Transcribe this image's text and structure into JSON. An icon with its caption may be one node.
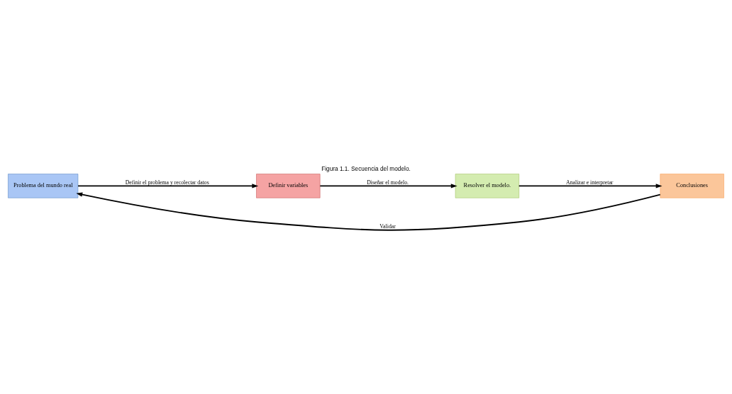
{
  "diagram": {
    "title": "Figura 1.1. Secuencia del modelo.",
    "nodes": [
      {
        "text": [
          "Problema del mundo real"
        ]
      },
      {
        "text": [
          "Definir variables"
        ]
      },
      {
        "text": [
          "Resolver el modelo."
        ]
      },
      {
        "text": [
          "Conclusiones"
        ]
      }
    ],
    "edges": [
      {
        "from": 0,
        "to": 1,
        "arrow": "to",
        "label": "Definir el problema y recolectar datos"
      },
      {
        "from": 1,
        "to": 2,
        "arrow": "to",
        "label": "Diseñar el modelo."
      },
      {
        "from": 2,
        "to": 3,
        "arrow": "to",
        "label": "Analizar e interpretar"
      },
      {
        "from": 3,
        "to": 0,
        "arrow": "to",
        "label": "Validar"
      }
    ]
  }
}
